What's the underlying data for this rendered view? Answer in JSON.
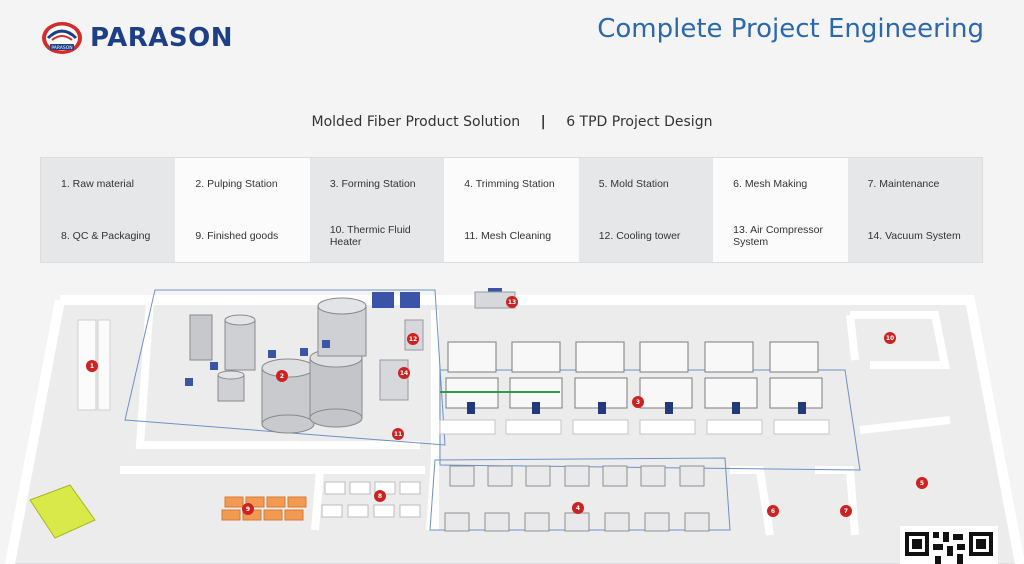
{
  "brand": {
    "name": "PARASON",
    "tagline": "PARASON"
  },
  "header": {
    "title": "Complete Project Engineering"
  },
  "subtitle": {
    "left": "Molded Fiber Product Solution",
    "separator": "|",
    "right": "6 TPD Project Design"
  },
  "legend": [
    "1. Raw material",
    "2. Pulping Station",
    "3. Forming Station",
    "4. Trimming Station",
    "5. Mold Station",
    "6. Mesh Making",
    "7. Maintenance",
    "8. QC & Packaging",
    "9. Finished goods",
    "10. Thermic Fluid Heater",
    "11. Mesh Cleaning",
    "12. Cooling tower",
    "13. Air Compressor System",
    "14. Vacuum System"
  ],
  "markers": [
    "1",
    "2",
    "3",
    "4",
    "5",
    "6",
    "7",
    "8",
    "9",
    "10",
    "11",
    "12",
    "13",
    "14"
  ],
  "colors": {
    "brand_blue": "#1c3f86",
    "title_blue": "#2b68ad",
    "marker_red": "#cc2222"
  }
}
